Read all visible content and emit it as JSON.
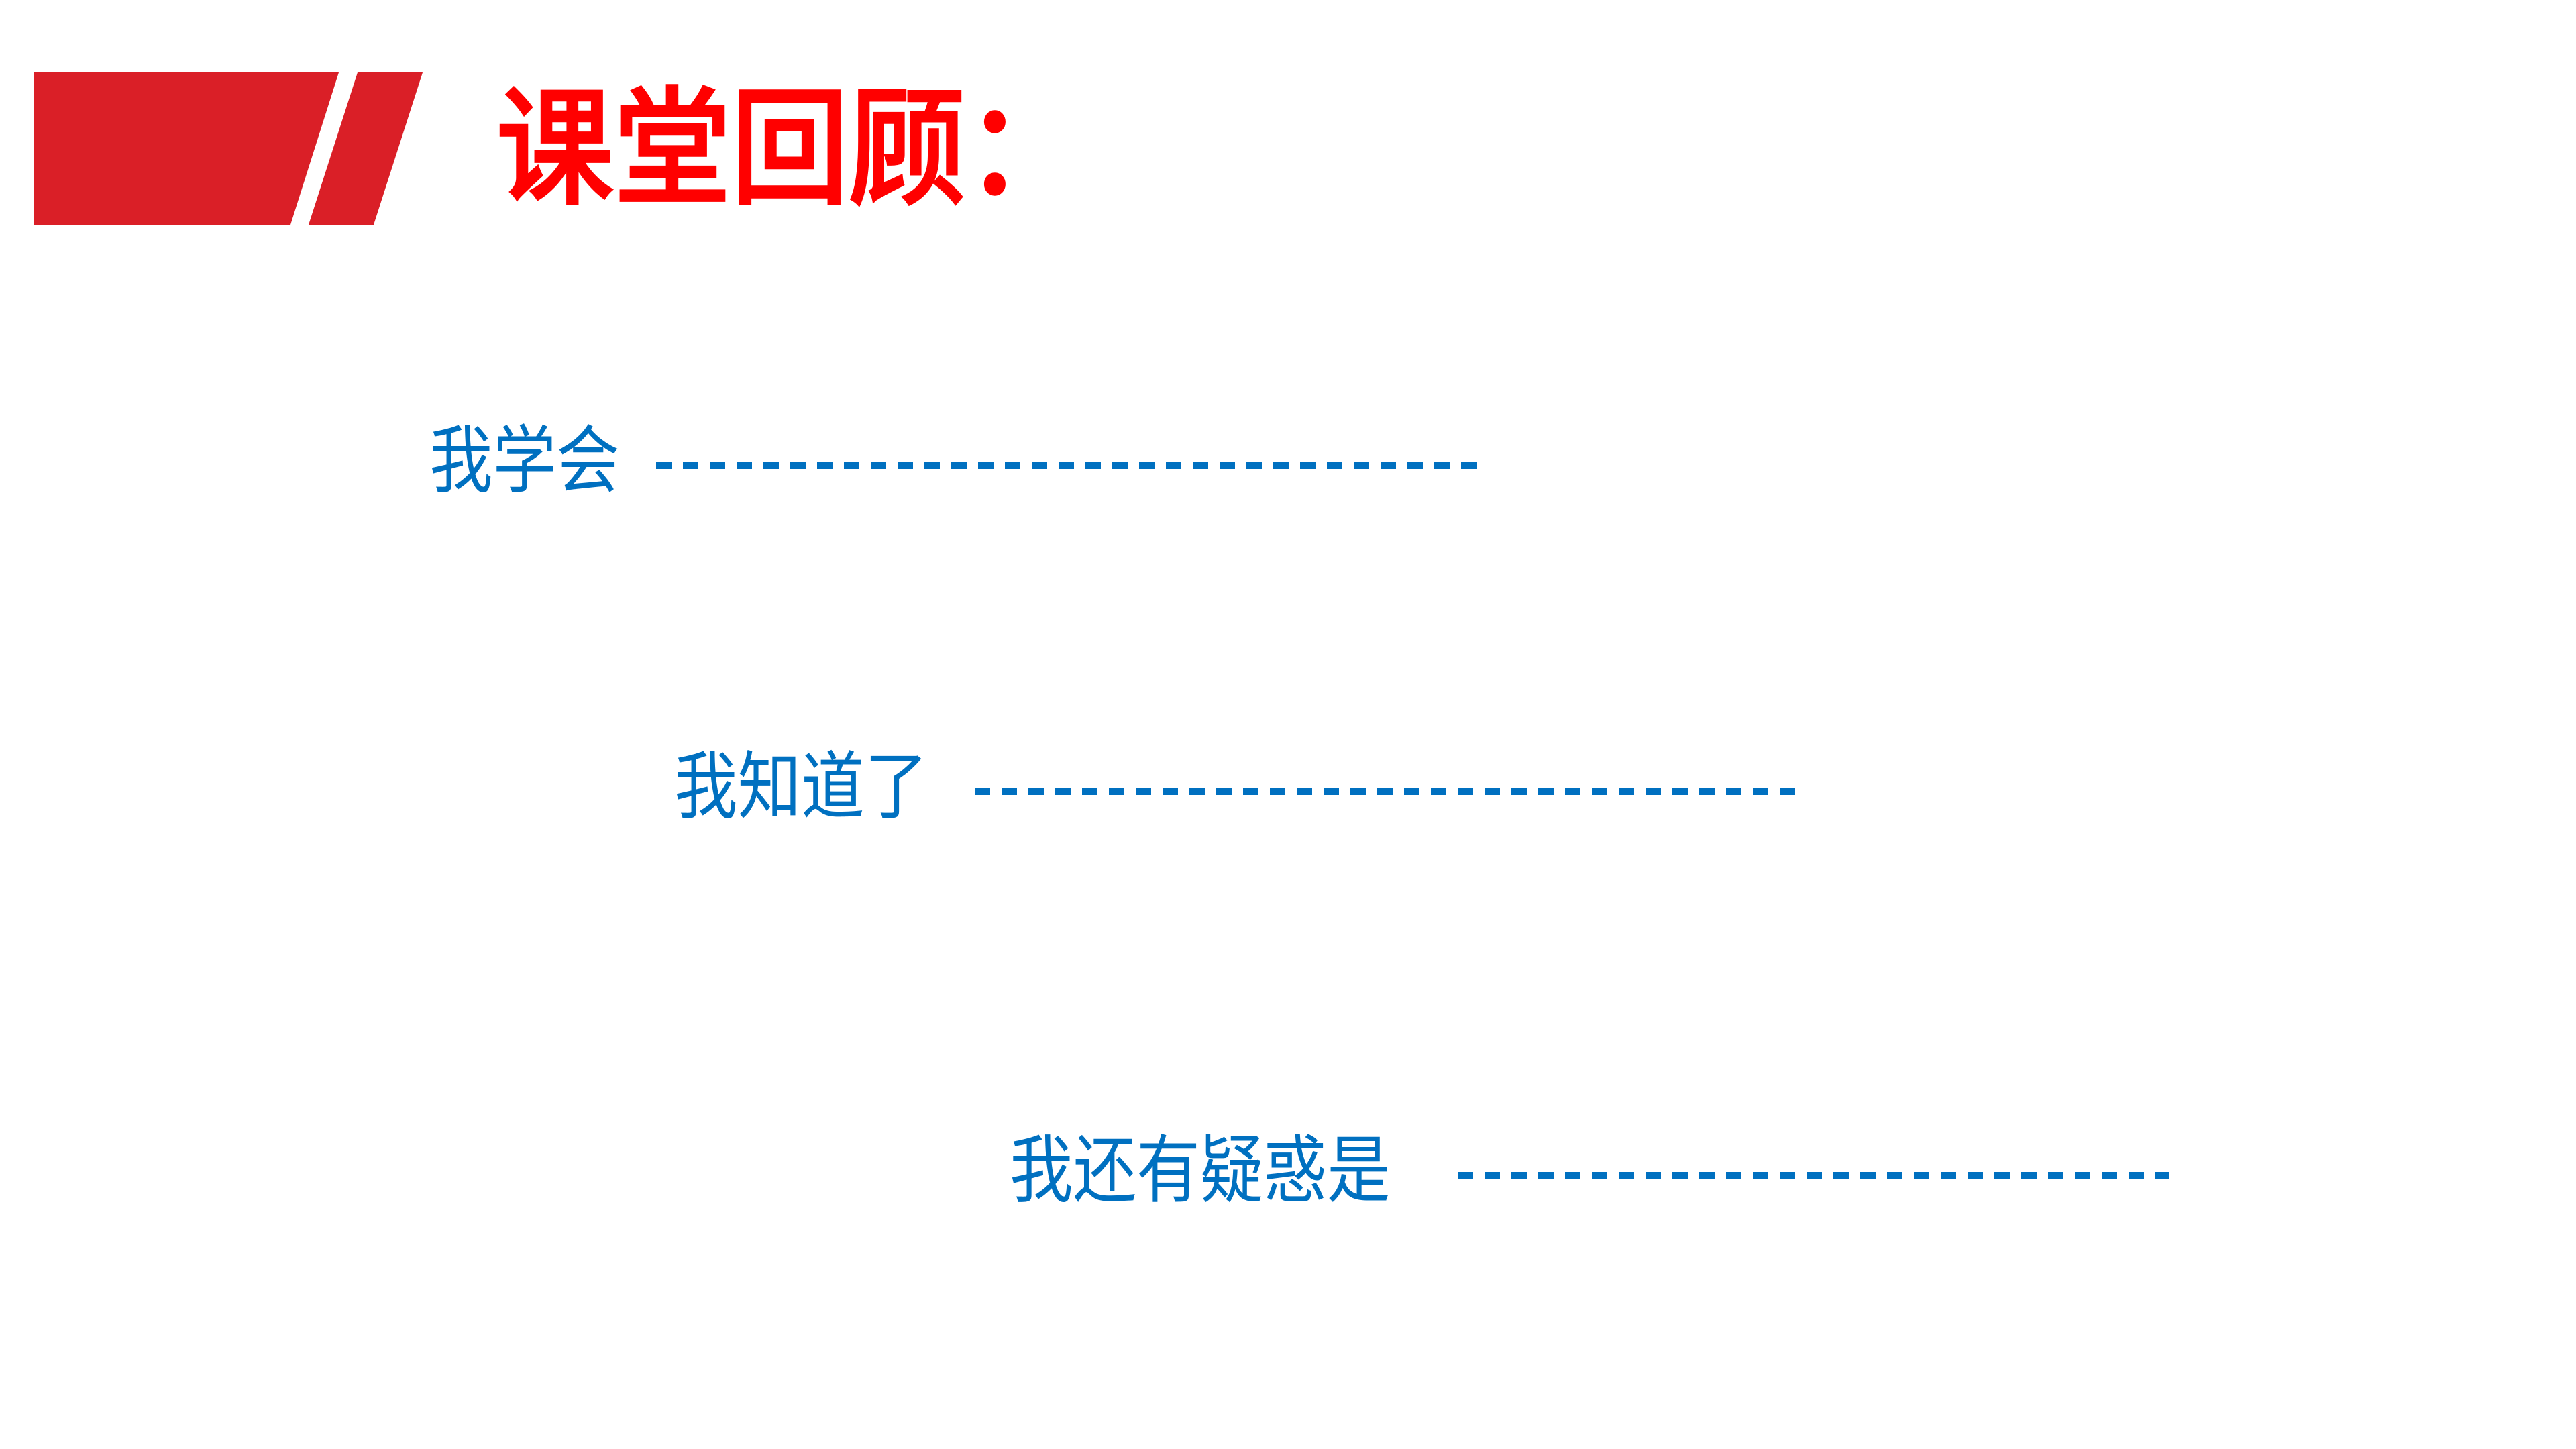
{
  "slide": {
    "title": "课堂回顾：",
    "title_color": "#ff0000",
    "banner_color": "#da1f27",
    "text_color": "#0070c0",
    "prompts": [
      {
        "label": "我学会",
        "dashes": 25
      },
      {
        "label": "我知道了",
        "dashes": 25
      },
      {
        "label": "我还有疑惑是",
        "dashes": 22
      }
    ]
  }
}
